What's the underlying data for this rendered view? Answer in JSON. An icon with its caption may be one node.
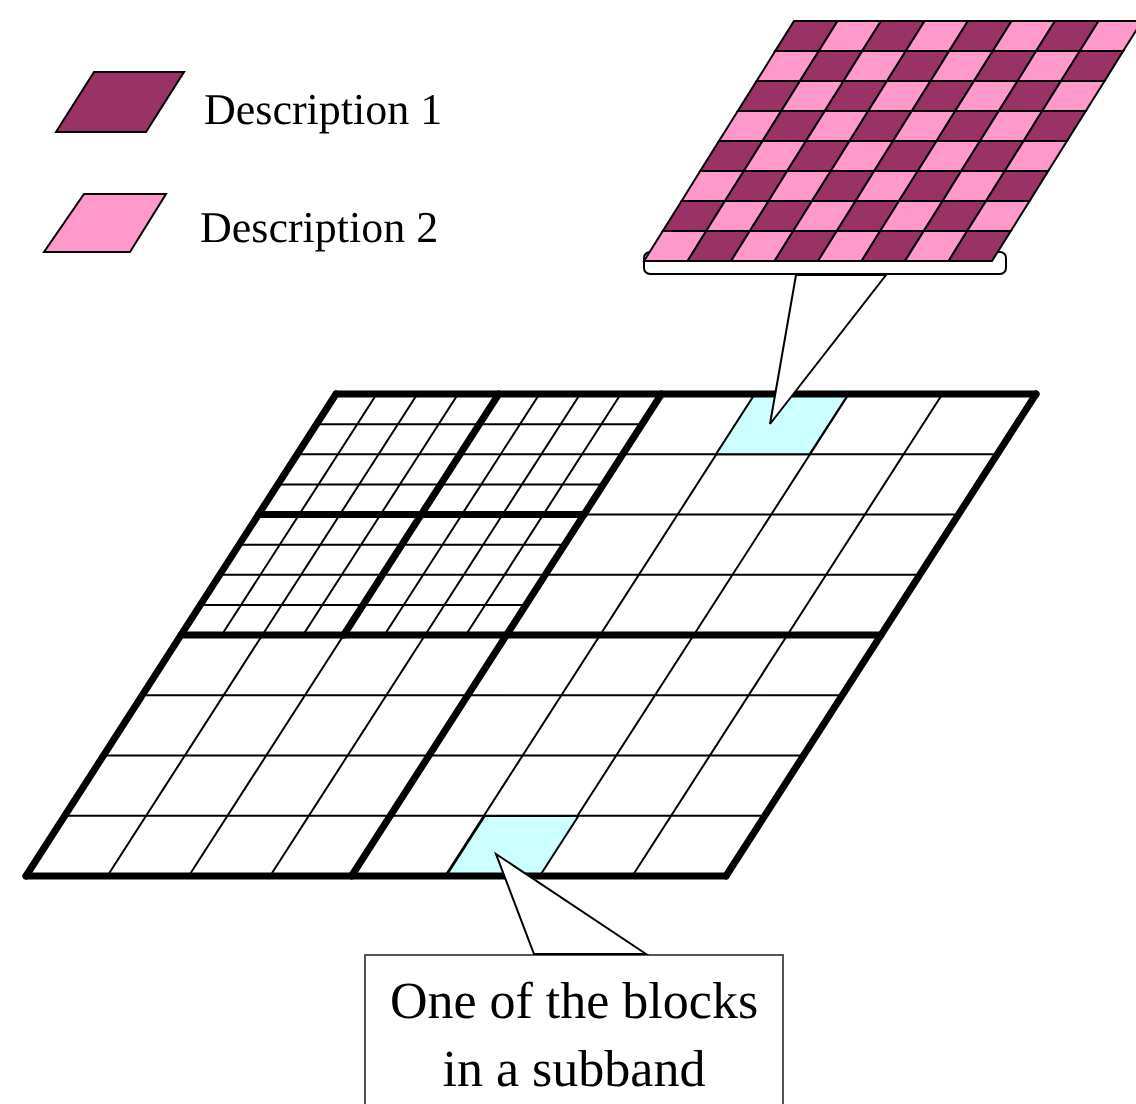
{
  "diagram": {
    "nodes": [
      {
        "text": [],
        "shape": "picture"
      },
      {
        "text": [],
        "shape": "box"
      },
      {
        "text": [],
        "shape": "box"
      },
      {
        "text": [
          "One of the blocks in a subband"
        ]
      }
    ],
    "edges": [
      {
        "from": 0,
        "to": 1,
        "arrow": "to"
      },
      {
        "from": 3,
        "to": 2,
        "arrow": "to"
      }
    ],
    "legend": [
      {
        "text": "Description 1",
        "color": "#993366"
      },
      {
        "text": "Description 2",
        "color": "#ff99cc"
      }
    ]
  }
}
